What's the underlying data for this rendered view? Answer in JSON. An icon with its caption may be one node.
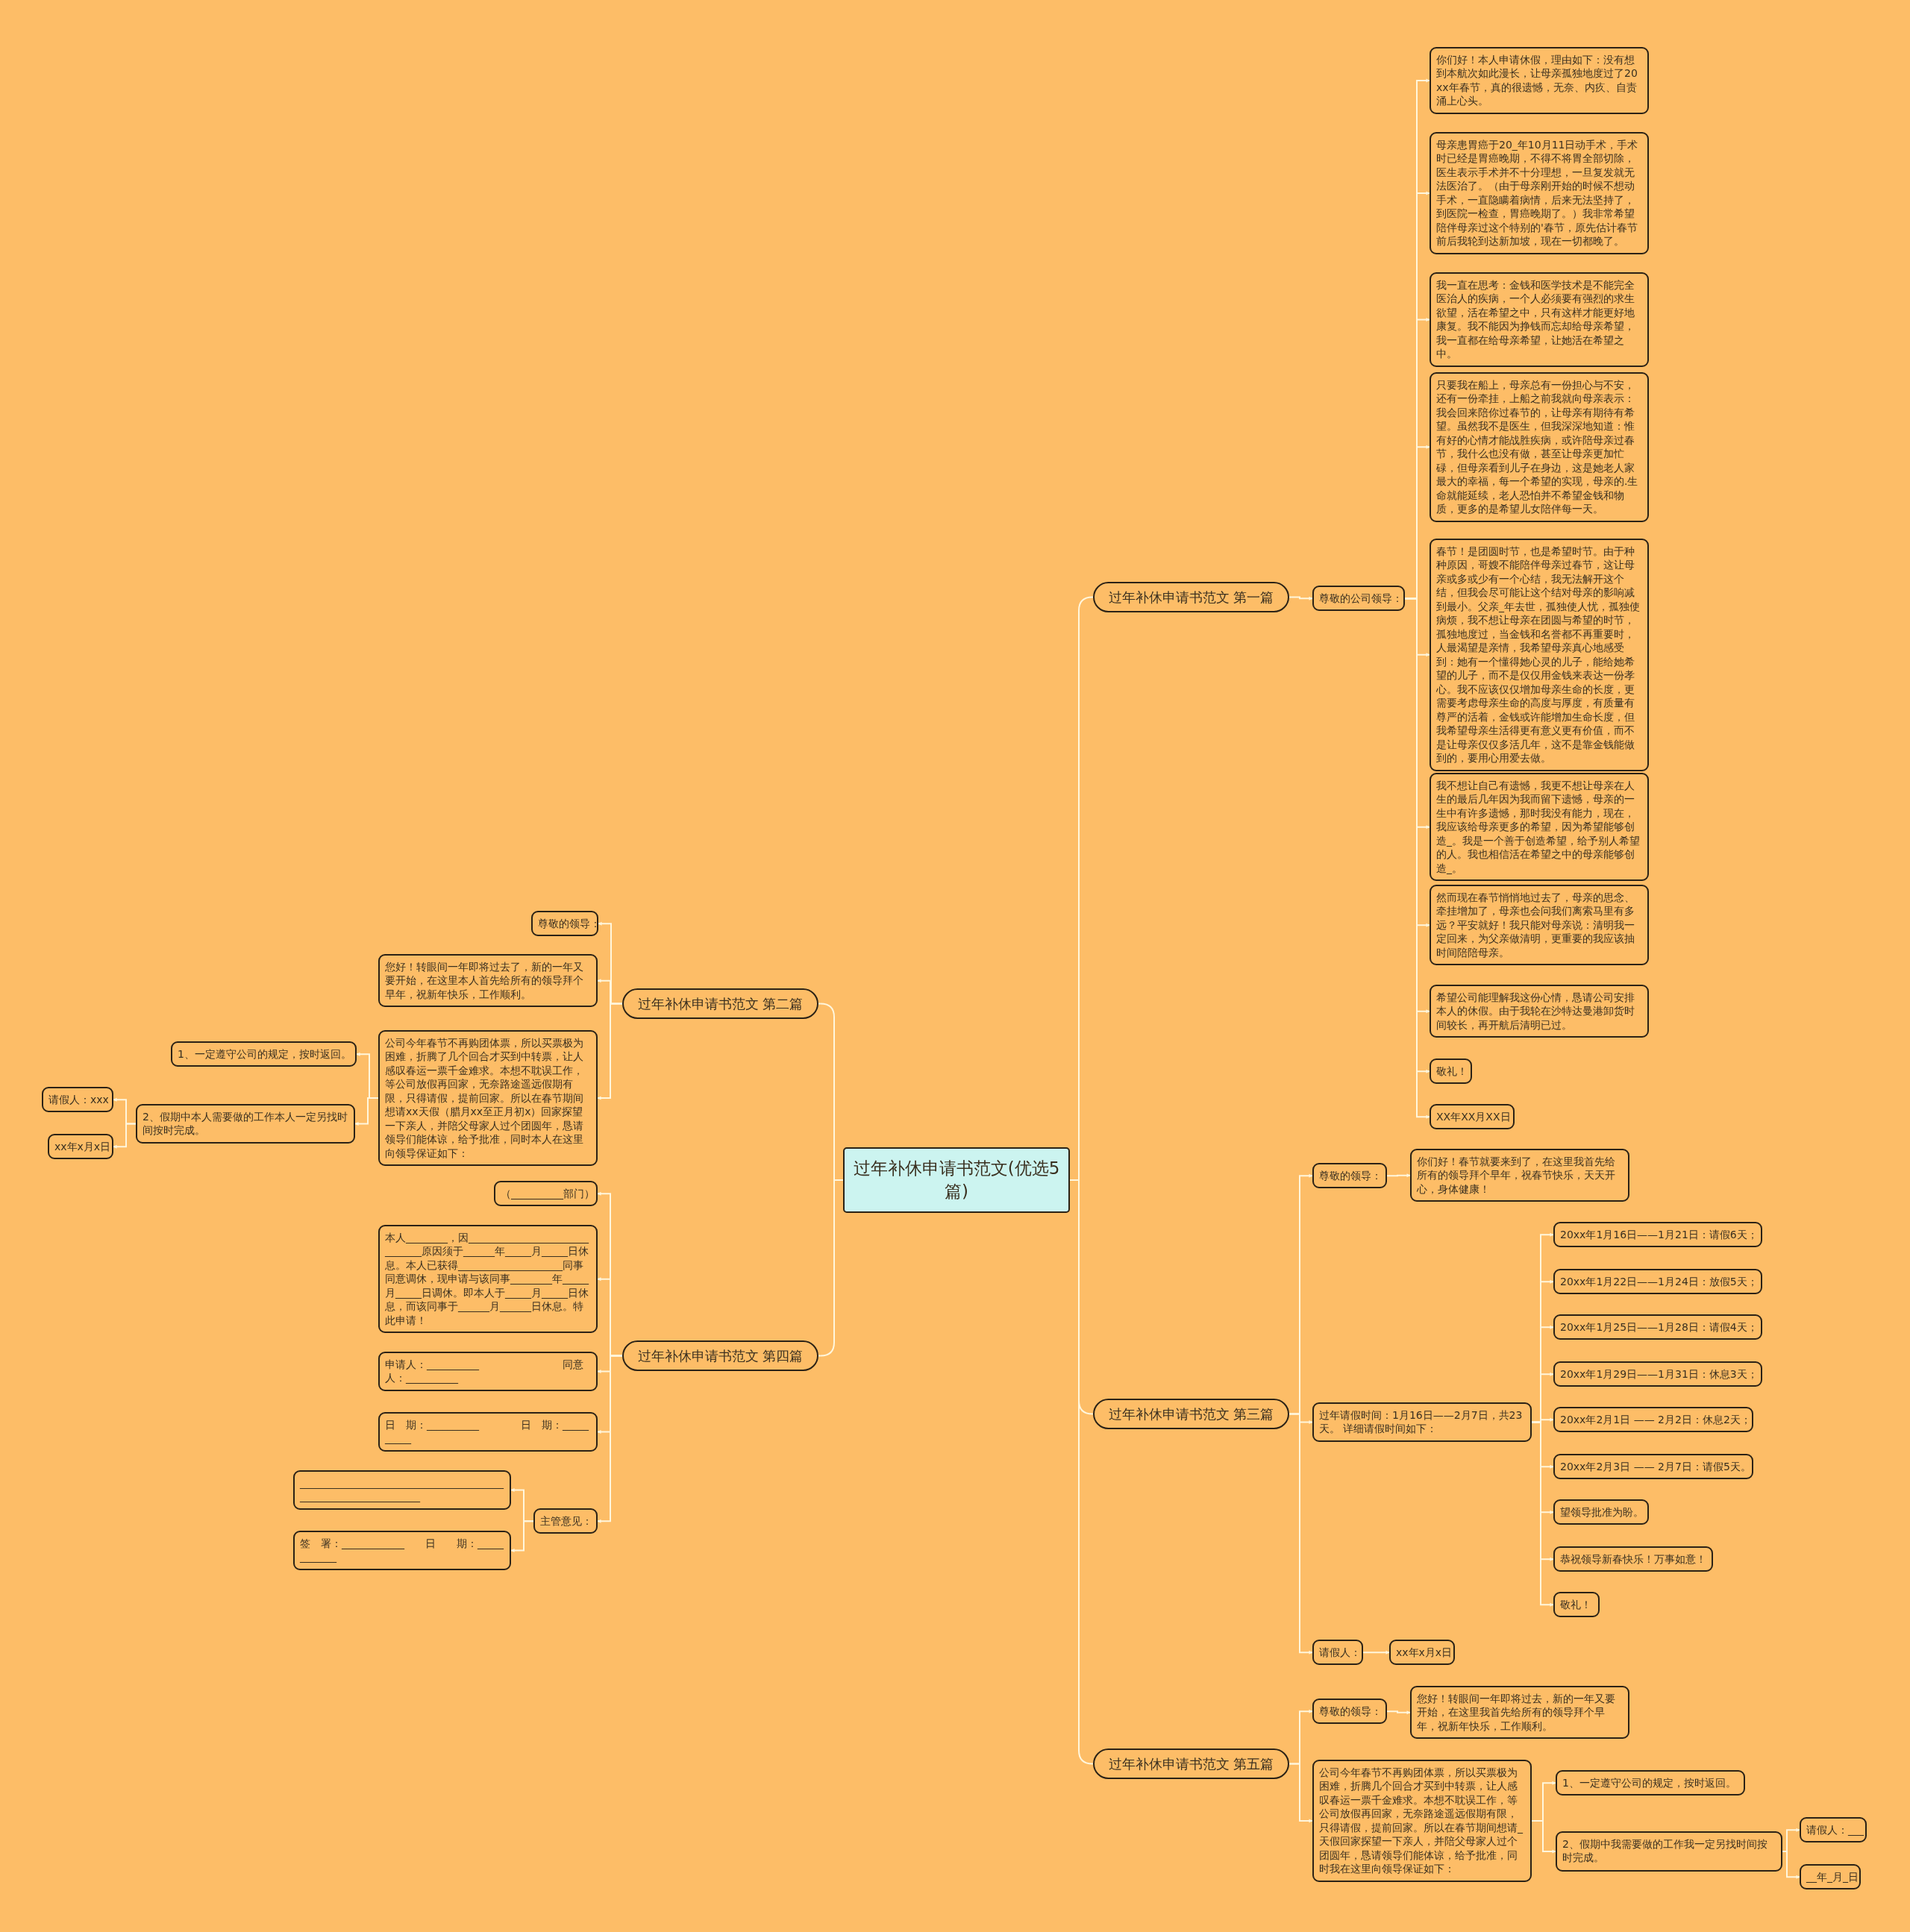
{
  "diagram": {
    "nodes": [
      {
        "text": [
          "过年补休申请书范文(优选5篇)"
        ]
      },
      {
        "text": [
          "过年补休申请书范文 第一篇"
        ]
      },
      {
        "text": [
          "尊敬的公司领导："
        ]
      },
      {
        "text": [
          "你们好！本人申请休假，理由如下：没有想到本航次如此漫长，让母亲孤独地度过了20xx年春节，真的很遗憾，无奈、内疚、自责涌上心头。"
        ]
      },
      {
        "text": [
          "母亲患胃癌于20_年10月11日动手术，手术时已经是胃癌晚期，不得不将胃全部切除，医生表示手术并不十分理想，一旦复发就无法医治了。（由于母亲刚开始的时候不想动手术，一直隐瞒着病情，后来无法坚持了，到医院一检查，胃癌晚期了。）我非常希望陪伴母亲过这个特别的'春节，原先估计春节前后我轮到达新加坡，现在一切都晚了。"
        ]
      },
      {
        "text": [
          "我一直在思考：金钱和医学技术是不能完全医治人的疾病，一个人必须要有强烈的求生欲望，活在希望之中，只有这样才能更好地康复。我不能因为挣钱而忘却给母亲希望，我一直都在给母亲希望，让她活在希望之中。"
        ]
      },
      {
        "text": [
          "只要我在船上，母亲总有一份担心与不安，还有一份牵挂，上船之前我就向母亲表示：我会回来陪你过春节的，让母亲有期待有希望。虽然我不是医生，但我深深地知道：惟有好的心情才能战胜疾病，或许陪母亲过春节，我什么也没有做，甚至让母亲更加忙碌，但母亲看到儿子在身边，这是她老人家最大的幸福，每一个希望的实现，母亲的.生命就能延续，老人恐怕并不希望金钱和物质，更多的是希望儿女陪伴每一天。"
        ]
      },
      {
        "text": [
          "春节！是团圆时节，也是希望时节。由于种种原因，哥嫂不能陪伴母亲过春节，这让母亲或多或少有一个心结，我无法解开这个结，但我会尽可能让这个结对母亲的影响减到最小。父亲_年去世，孤独使人忧，孤独使病烦，我不想让母亲在团圆与希望的时节，孤独地度过，当金钱和名誉都不再重要时，人最渴望是亲情，我希望母亲真心地感受到：她有一个懂得她心灵的儿子，能给她希望的儿子，而不是仅仅用金钱来表达一份孝心。我不应该仅仅增加母亲生命的长度，更需要考虑母亲生命的高度与厚度，有质量有尊严的活着，金钱或许能增加生命长度，但我希望母亲生活得更有意义更有价值，而不是让母亲仅仅多活几年，这不是靠金钱能做到的，要用心用爱去做。"
        ]
      },
      {
        "text": [
          "我不想让自己有遗憾，我更不想让母亲在人生的最后几年因为我而留下遗憾，母亲的一生中有许多遗憾，那时我没有能力，现在，我应该给母亲更多的希望，因为希望能够创造_。我是一个善于创造希望，给予别人希望的人。我也相信活在希望之中的母亲能够创造_。"
        ]
      },
      {
        "text": [
          "然而现在春节悄悄地过去了，母亲的思念、牵挂增加了，母亲也会问我们离索马里有多远？平安就好！我只能对母亲说：清明我一定回来，为父亲做清明，更重要的我应该抽时间陪陪母亲。"
        ]
      },
      {
        "text": [
          "希望公司能理解我这份心情，恳请公司安排本人的休假。由于我轮在沙特达曼港卸货时间较长，再开航后清明已过。"
        ]
      },
      {
        "text": [
          "敬礼！"
        ]
      },
      {
        "text": [
          "XX年XX月XX日"
        ]
      },
      {
        "text": [
          "过年补休申请书范文 第三篇"
        ]
      },
      {
        "text": [
          "尊敬的领导："
        ]
      },
      {
        "text": [
          "你们好！春节就要来到了，在这里我首先给所有的领导拜个早年，祝春节快乐，天天开心，身体健康！"
        ]
      },
      {
        "text": [
          "过年请假时间：1月16日——2月7日，共23天。 详细请假时间如下："
        ]
      },
      {
        "text": [
          "20xx年1月16日——1月21日：请假6天；"
        ]
      },
      {
        "text": [
          "20xx年1月22日——1月24日：放假5天；"
        ]
      },
      {
        "text": [
          "20xx年1月25日——1月28日：请假4天；"
        ]
      },
      {
        "text": [
          "20xx年1月29日——1月31日：休息3天；"
        ]
      },
      {
        "text": [
          "20xx年2月1日 —— 2月2日：休息2天；"
        ]
      },
      {
        "text": [
          "20xx年2月3日 —— 2月7日：请假5天。"
        ]
      },
      {
        "text": [
          "望领导批准为盼。"
        ]
      },
      {
        "text": [
          "恭祝领导新春快乐！万事如意！"
        ]
      },
      {
        "text": [
          "敬礼！"
        ]
      },
      {
        "text": [
          "请假人："
        ]
      },
      {
        "text": [
          "xx年x月x日"
        ]
      },
      {
        "text": [
          "过年补休申请书范文 第五篇"
        ]
      },
      {
        "text": [
          "尊敬的领导："
        ]
      },
      {
        "text": [
          "您好！转眼间一年即将过去，新的一年又要开始，在这里我首先给所有的领导拜个早年，祝新年快乐，工作顺利。"
        ]
      },
      {
        "text": [
          "公司今年春节不再购团体票，所以买票极为困难，折腾几个回合才买到中转票，让人感叹春运一票千金难求。本想不耽误工作，等公司放假再回家，无奈路途遥远假期有限，只得请假，提前回家。所以在春节期间想请_天假回家探望一下亲人，并陪父母家人过个团圆年，恳请领导们能体谅，给予批准，同时我在这里向领导保证如下："
        ]
      },
      {
        "text": [
          "1、一定遵守公司的规定，按时返回。"
        ]
      },
      {
        "text": [
          "2、假期中我需要做的工作我一定另找时间按时完成。"
        ]
      },
      {
        "text": [
          "请假人：___"
        ]
      },
      {
        "text": [
          "__年_月_日"
        ]
      },
      {
        "text": [
          "过年补休申请书范文 第二篇"
        ]
      },
      {
        "text": [
          "尊敬的领导："
        ]
      },
      {
        "text": [
          "您好！转眼间一年即将过去了，新的一年又要开始，在这里本人首先给所有的领导拜个早年，祝新年快乐，工作顺利。"
        ]
      },
      {
        "text": [
          "公司今年春节不再购团体票，所以买票极为困难，折腾了几个回合才买到中转票，让人感叹春运一票千金难求。本想不耽误工作，等公司放假再回家，无奈路途遥远假期有限，只得请假，提前回家。所以在春节期间想请xx天假（腊月xx至正月初x）回家探望一下亲人，并陪父母家人过个团圆年，恳请领导们能体谅，给予批准，同时本人在这里向领导保证如下："
        ]
      },
      {
        "text": [
          "1、一定遵守公司的规定，按时返回。"
        ]
      },
      {
        "text": [
          "2、假期中本人需要做的工作本人一定另找时间按时完成。"
        ]
      },
      {
        "text": [
          "请假人：xxx"
        ]
      },
      {
        "text": [
          "xx年x月x日"
        ]
      },
      {
        "text": [
          "过年补休申请书范文 第四篇"
        ]
      },
      {
        "text": [
          "（__________部门）"
        ]
      },
      {
        "text": [
          "本人________，因______________________________原因须于______年_____月_____日休息。本人已获得____________________同事同意调休，现申请与该同事________年_____月_____日调休。即本人于_____月_____日休息，而该同事于______月______日休息。特此申请！"
        ]
      },
      {
        "text": [
          "申请人：__________　　　　　　　　同意人：__________"
        ]
      },
      {
        "text": [
          "日　期：__________　　　　日　期：__________"
        ]
      },
      {
        "text": [
          "主管意见："
        ]
      },
      {
        "text": [
          "______________________________________________________________"
        ]
      },
      {
        "text": [
          "签　署：____________　　日　　期：____________"
        ]
      }
    ],
    "edges": [
      {
        "from": 0,
        "to": 1,
        "arrow": "none"
      },
      {
        "from": 0,
        "to": 13,
        "arrow": "none"
      },
      {
        "from": 0,
        "to": 28,
        "arrow": "none"
      },
      {
        "from": 0,
        "to": 36,
        "arrow": "none"
      },
      {
        "from": 0,
        "to": 44,
        "arrow": "none"
      },
      {
        "from": 1,
        "to": 2,
        "arrow": "to"
      },
      {
        "from": 2,
        "to": 3,
        "arrow": "to"
      },
      {
        "from": 2,
        "to": 4,
        "arrow": "to"
      },
      {
        "from": 2,
        "to": 5,
        "arrow": "to"
      },
      {
        "from": 2,
        "to": 6,
        "arrow": "to"
      },
      {
        "from": 2,
        "to": 7,
        "arrow": "to"
      },
      {
        "from": 2,
        "to": 8,
        "arrow": "to"
      },
      {
        "from": 2,
        "to": 9,
        "arrow": "to"
      },
      {
        "from": 2,
        "to": 10,
        "arrow": "to"
      },
      {
        "from": 2,
        "to": 11,
        "arrow": "to"
      },
      {
        "from": 2,
        "to": 12,
        "arrow": "to"
      },
      {
        "from": 13,
        "to": 14,
        "arrow": "to"
      },
      {
        "from": 14,
        "to": 15,
        "arrow": "to"
      },
      {
        "from": 13,
        "to": 16,
        "arrow": "to"
      },
      {
        "from": 16,
        "to": 17,
        "arrow": "to"
      },
      {
        "from": 16,
        "to": 18,
        "arrow": "to"
      },
      {
        "from": 16,
        "to": 19,
        "arrow": "to"
      },
      {
        "from": 16,
        "to": 20,
        "arrow": "to"
      },
      {
        "from": 16,
        "to": 21,
        "arrow": "to"
      },
      {
        "from": 16,
        "to": 22,
        "arrow": "to"
      },
      {
        "from": 16,
        "to": 23,
        "arrow": "to"
      },
      {
        "from": 16,
        "to": 24,
        "arrow": "to"
      },
      {
        "from": 16,
        "to": 25,
        "arrow": "to"
      },
      {
        "from": 13,
        "to": 26,
        "arrow": "to"
      },
      {
        "from": 26,
        "to": 27,
        "arrow": "to"
      },
      {
        "from": 28,
        "to": 29,
        "arrow": "to"
      },
      {
        "from": 29,
        "to": 30,
        "arrow": "to"
      },
      {
        "from": 28,
        "to": 31,
        "arrow": "to"
      },
      {
        "from": 31,
        "to": 32,
        "arrow": "to"
      },
      {
        "from": 31,
        "to": 33,
        "arrow": "to"
      },
      {
        "from": 33,
        "to": 34,
        "arrow": "to"
      },
      {
        "from": 33,
        "to": 35,
        "arrow": "to"
      },
      {
        "from": 36,
        "to": 37,
        "arrow": "to"
      },
      {
        "from": 36,
        "to": 38,
        "arrow": "to"
      },
      {
        "from": 36,
        "to": 39,
        "arrow": "to"
      },
      {
        "from": 39,
        "to": 40,
        "arrow": "to"
      },
      {
        "from": 39,
        "to": 41,
        "arrow": "to"
      },
      {
        "from": 41,
        "to": 42,
        "arrow": "to"
      },
      {
        "from": 41,
        "to": 43,
        "arrow": "to"
      },
      {
        "from": 44,
        "to": 45,
        "arrow": "to"
      },
      {
        "from": 44,
        "to": 46,
        "arrow": "to"
      },
      {
        "from": 44,
        "to": 47,
        "arrow": "to"
      },
      {
        "from": 44,
        "to": 48,
        "arrow": "to"
      },
      {
        "from": 44,
        "to": 49,
        "arrow": "to"
      },
      {
        "from": 49,
        "to": 50,
        "arrow": "to"
      },
      {
        "from": 49,
        "to": 51,
        "arrow": "to"
      }
    ]
  }
}
